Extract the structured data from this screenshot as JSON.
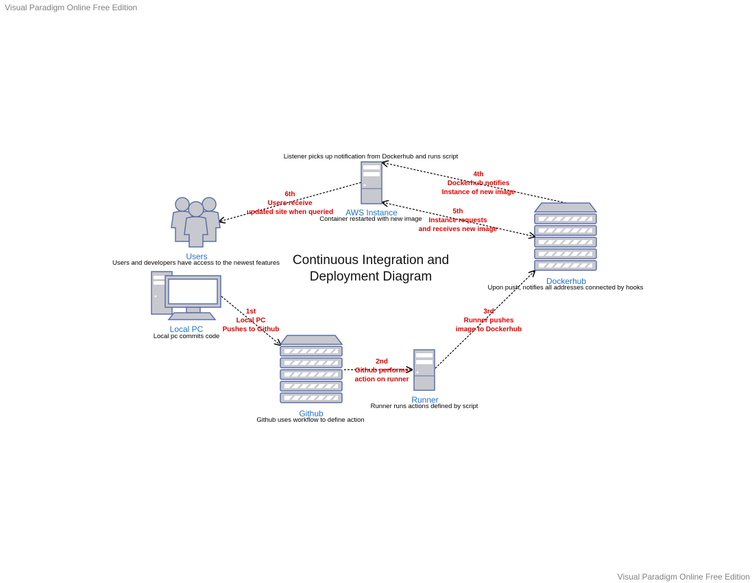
{
  "watermark": "Visual Paradigm Online Free Edition",
  "title": "Continuous Integration and Deployment Diagram",
  "colors": {
    "node_fill": "#c8c9ce",
    "node_stroke": "#5a6fa8",
    "label": "#1f6fd0",
    "step": "#e00000"
  },
  "nodes": {
    "aws": {
      "label": "AWS Instance",
      "icon": "server-tower-icon",
      "desc_top": "Listener picks up notification from Dockerhub and runs script",
      "desc_bottom": "Container restarted with new image"
    },
    "users": {
      "label": "Users",
      "icon": "users-group-icon",
      "desc": "Users and developers have access to the newest features"
    },
    "dockerhub": {
      "label": "Dockerhub",
      "icon": "server-rack-icon",
      "desc": "Upon push, notifies all addresses connected by hooks"
    },
    "localpc": {
      "label": "Local PC",
      "icon": "desktop-computer-icon",
      "desc": "Local pc commits code"
    },
    "github": {
      "label": "Github",
      "icon": "server-rack-icon",
      "desc": "Github uses workflow to define action"
    },
    "runner": {
      "label": "Runner",
      "icon": "server-tower-icon",
      "desc": "Runner runs actions defined by script"
    }
  },
  "steps": {
    "s1": [
      "1st",
      "Local PC",
      "Pushes to Github"
    ],
    "s2": [
      "2nd",
      "Github performs",
      "action on runner"
    ],
    "s3": [
      "3rd",
      "Runner pushes",
      "image to Dockerhub"
    ],
    "s4": [
      "4th",
      "Dockerhub notifies",
      "Instance of new image"
    ],
    "s5": [
      "5th",
      "Instance requests",
      "and receives new image"
    ],
    "s6": [
      "6th",
      "Users receive",
      "updated site when queried"
    ]
  }
}
